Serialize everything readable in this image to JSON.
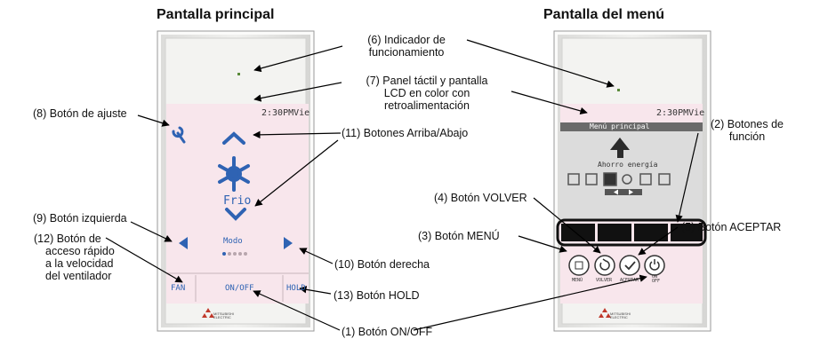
{
  "titles": {
    "main": "Pantalla principal",
    "menu": "Pantalla del menú"
  },
  "main_screen": {
    "clock": "2:30PMVie",
    "mode_text": "Frio",
    "mode_label": "Modo",
    "buttons": {
      "fan": "FAN",
      "onoff": "ON/OFF",
      "hold": "HOLD"
    }
  },
  "menu_screen": {
    "clock": "2:30PMVie",
    "header": "Menú principal",
    "item_text": "Ahorro energía",
    "buttons": {
      "menu": "MENÚ",
      "volver": "VOLVER",
      "aceptar": "ACEPTAR",
      "onoff_1": "ON",
      "onoff_2": "OFF"
    }
  },
  "brand": {
    "line1": "MITSUBISHI",
    "line2": "ELECTRIC"
  },
  "callouts": {
    "c1": "(1) Botón ON/OFF",
    "c2_1": "(2) Botones de",
    "c2_2": "función",
    "c3": "(3) Botón MENÚ",
    "c4": "(4) Botón VOLVER",
    "c5": "(5) Botón ACEPTAR",
    "c6_1": "(6) Indicador de",
    "c6_2": "funcionamiento",
    "c7_1": "(7) Panel táctil y pantalla",
    "c7_2": "LCD en color con",
    "c7_3": "retroalimentación",
    "c8": "(8) Botón de ajuste",
    "c9": "(9) Botón izquierda",
    "c10": "(10) Botón derecha",
    "c11": "(11) Botones Arriba/Abajo",
    "c12_1": "(12) Botón de",
    "c12_2": "acceso rápido",
    "c12_3": "a la velocidad",
    "c12_4": "del ventilador",
    "c13": "(13) Botón HOLD"
  },
  "colors": {
    "lcd_pink": "#f7e4ea",
    "lcd_dark": "#6a6a6a",
    "accent_blue": "#2f63b3",
    "device_gray": "#ececea"
  }
}
